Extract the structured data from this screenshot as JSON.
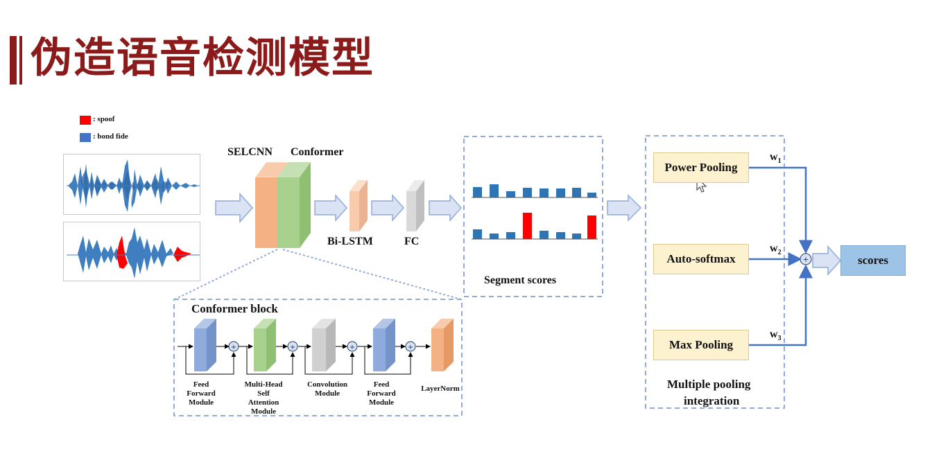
{
  "title": "伪造语音检测模型",
  "legend": {
    "spoof_label": ": spoof",
    "bonafide_label": ": bond fide",
    "spoof_color": "#ff0000",
    "bonafide_color": "#4472c4"
  },
  "model": {
    "selcnn_label": "SELCNN",
    "conformer_label": "Conformer",
    "bilstm_label": "Bi-LSTM",
    "fc_label": "FC"
  },
  "segment": {
    "label": "Segment scores"
  },
  "conformer_block": {
    "title": "Conformer block",
    "modules": [
      "Feed\nForward\nModule",
      "Multi-Head\nSelf\nAttention\nModule",
      "Convolution\nModule",
      "Feed\nForward\nModule",
      "LayerNorm"
    ]
  },
  "pooling": {
    "items": [
      "Power Pooling",
      "Auto-softmax",
      "Max Pooling"
    ],
    "weights": [
      "w",
      "w",
      "w"
    ],
    "weight_subs": [
      "1",
      "2",
      "3"
    ],
    "caption_line1": "Multiple pooling",
    "caption_line2": "integration",
    "scores_label": "scores"
  },
  "colors": {
    "title": "#8b1a1a",
    "arrow_fill": "#dae3f3",
    "arrow_stroke": "#8faadc",
    "orange": "#f4b183",
    "green": "#a9d18e",
    "gray": "#d0d0d0",
    "blue_module": "#8faadc",
    "line_blue": "#4472c4",
    "dash": "#8faadc"
  }
}
